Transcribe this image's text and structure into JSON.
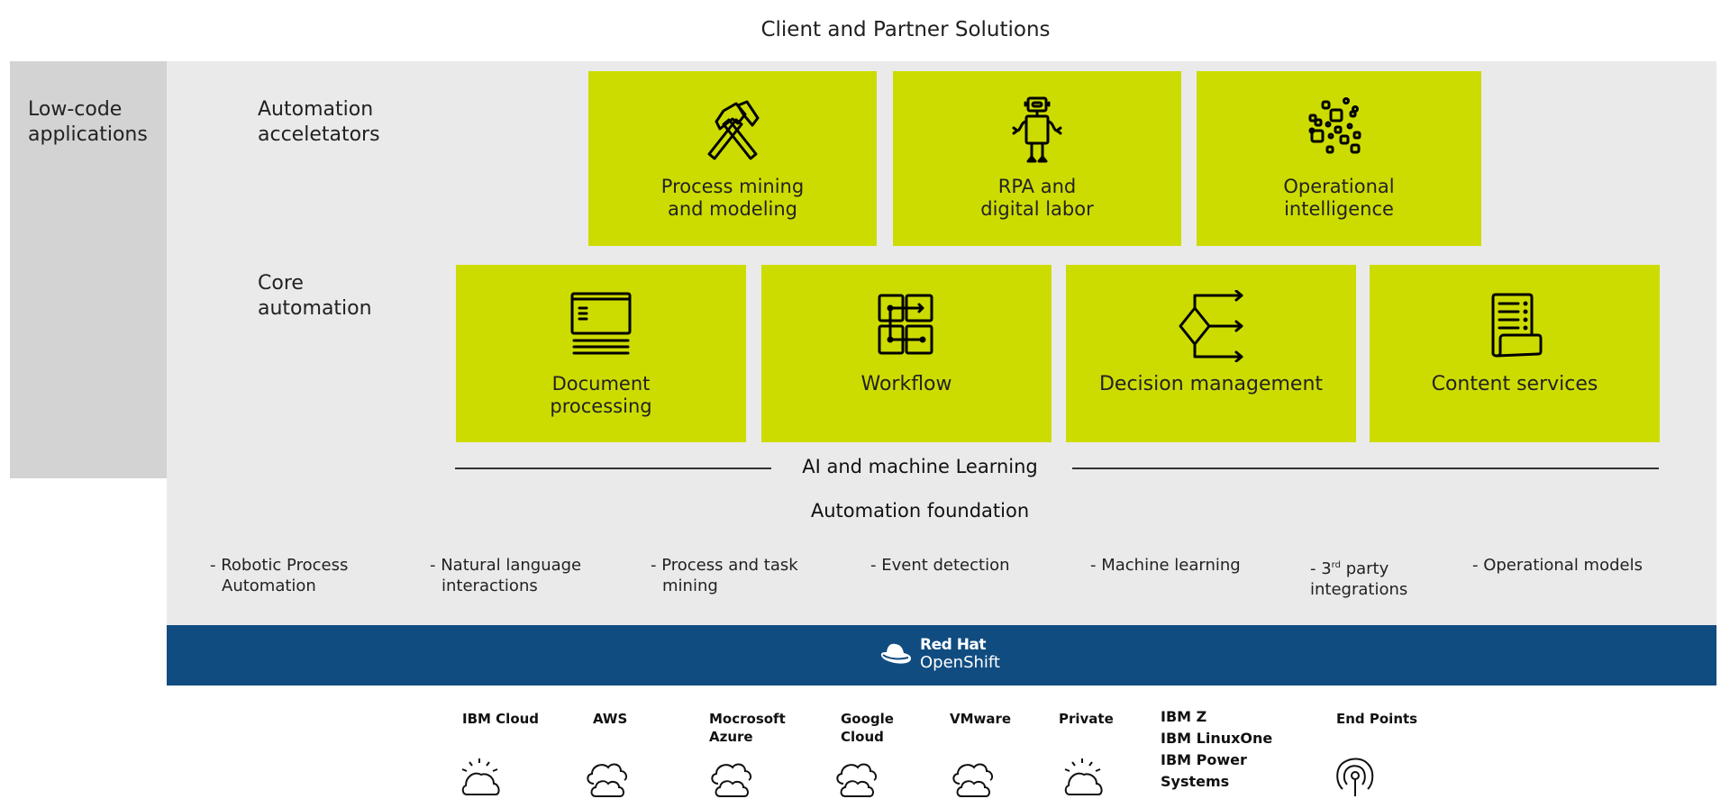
{
  "title": "Client and Partner Solutions",
  "left_column": {
    "label_line1": "Low-code",
    "label_line2": "applications"
  },
  "rows": {
    "accelerators": {
      "label_line1": "Automation",
      "label_line2": "acceletators"
    },
    "core": {
      "label_line1": "Core",
      "label_line2": "automation"
    }
  },
  "accelerator_boxes": [
    {
      "line1": "Process mining",
      "line2": "and modeling",
      "icon": "hammers-icon"
    },
    {
      "line1": "RPA and",
      "line2": "digital labor",
      "icon": "robot-icon"
    },
    {
      "line1": "Operational",
      "line2": "intelligence",
      "icon": "scattered-squares-icon"
    }
  ],
  "core_boxes": [
    {
      "line1": "Document",
      "line2": "processing",
      "icon": "document-icon"
    },
    {
      "line1": "Workflow",
      "line2": "",
      "icon": "workflow-icon"
    },
    {
      "line1": "Decision management",
      "line2": "",
      "icon": "decision-icon"
    },
    {
      "line1": "Content services",
      "line2": "",
      "icon": "scroll-icon"
    }
  ],
  "ai_label": "AI and machine Learning",
  "foundation": {
    "title": "Automation foundation",
    "items": [
      {
        "line1": "- Robotic Process",
        "line2": "Automation"
      },
      {
        "line1": "- Natural language",
        "line2": "interactions"
      },
      {
        "line1": "- Process and task",
        "line2": "mining"
      },
      {
        "line1": "- Event detection",
        "line2": ""
      },
      {
        "line1": "- Machine learning",
        "line2": ""
      },
      {
        "line1_prefix": "- 3",
        "line1_sup": "rd",
        "line1_suffix": " party",
        "line2": "integrations"
      },
      {
        "line1": "- Operational models",
        "line2": ""
      }
    ]
  },
  "platform_bar": {
    "brand": "Red Hat",
    "product": "OpenShift",
    "color": "#104c80"
  },
  "platforms": [
    {
      "line1": "IBM Cloud",
      "line2": "",
      "icon": "sun-cloud-icon"
    },
    {
      "line1": "AWS",
      "line2": "",
      "icon": "clouds-icon"
    },
    {
      "line1": "Mocrosoft",
      "line2": "Azure",
      "icon": "clouds-icon"
    },
    {
      "line1": "Google",
      "line2": "Cloud",
      "icon": "clouds-icon"
    },
    {
      "line1": "VMware",
      "line2": "",
      "icon": "clouds-icon"
    },
    {
      "line1": "Private",
      "line2": "",
      "icon": "sun-cloud-icon"
    }
  ],
  "ibm_systems": [
    "IBM Z",
    "IBM LinuxOne",
    "IBM Power",
    "Systems"
  ],
  "endpoints": {
    "label": "End Points",
    "icon": "antenna-icon"
  },
  "colors": {
    "lime": "#cddc00",
    "panel": "#eaeaea",
    "side": "#d3d3d3",
    "blue": "#104c80"
  }
}
